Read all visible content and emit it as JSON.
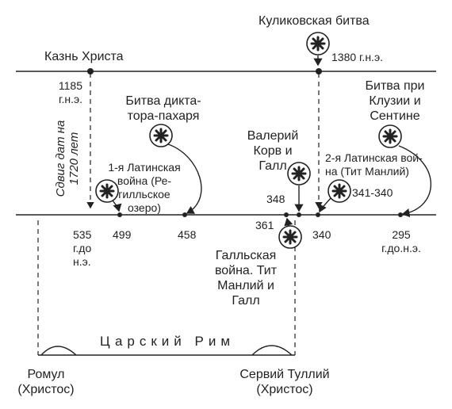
{
  "top_line": {
    "left_label": "Казнь Христа",
    "kulikovo_label": "Куликовская битва",
    "kulikovo_date": "1380 г.н.э.",
    "date_1185": "1185\nг.н.э."
  },
  "shift_text": "Сдвиг дат на\n1720 лет",
  "bottom_line": {
    "date_535": "535\nг.до\nн.э.",
    "date_499": "499",
    "date_458": "458",
    "date_361": "361",
    "date_348": "348",
    "date_340": "340",
    "date_341_340": "341-340",
    "date_295": "295\nг.до.н.э."
  },
  "events": {
    "dictator_battle": "Битва дикта-\nтора-пахаря",
    "latin_war_1": "1-я Латинская\nвойна (Ре-\nгилльское\nозеро)",
    "valerius": "Валерий\nКорв и\nГалл",
    "clusium": "Битва при\nКлузии и\nСентине",
    "latin_war_2": "2-я Латинская вой-\nна (Тит Манлий)",
    "gallic_war": "Галльская\nвойна. Тит\nМанлий и\nГалл"
  },
  "kingdom": {
    "label": "Царский Рим",
    "romulus": "Ромул\n(Христос)",
    "servius": "Сервий Туллий\n(Христос)"
  }
}
